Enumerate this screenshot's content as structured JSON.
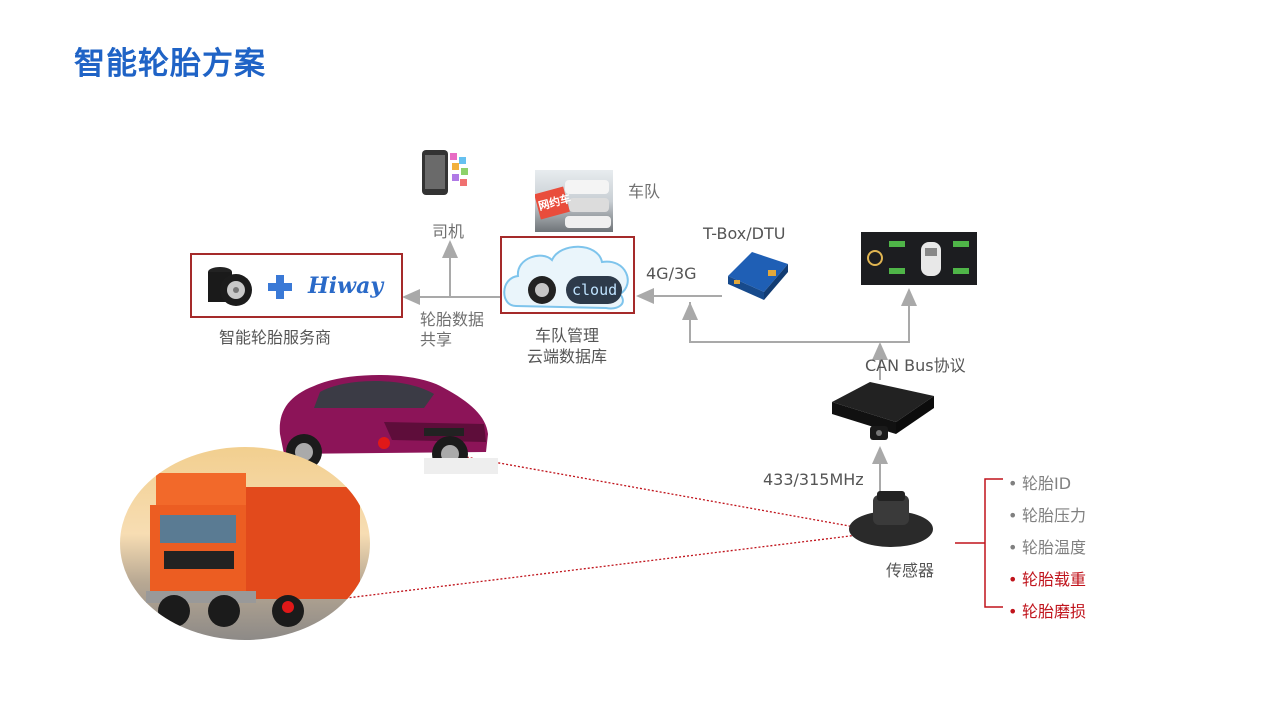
{
  "title": "智能轮胎方案",
  "labels": {
    "driver": "司机",
    "fleet": "车队",
    "tbox": "T-Box/DTU",
    "net": "4G/3G",
    "share_line1": "轮胎数据",
    "share_line2": "共享",
    "cloud_line1": "车队管理",
    "cloud_line2": "云端数据库",
    "provider": "智能轮胎服务商",
    "canbus": "CAN Bus协议",
    "freq": "433/315MHz",
    "sensor": "传感器",
    "cloud_word": "cloud",
    "brand": "Hiway",
    "ride_hail_sign": "网约车"
  },
  "features": [
    {
      "text": "轮胎ID",
      "color": "gray"
    },
    {
      "text": "轮胎压力",
      "color": "gray"
    },
    {
      "text": "轮胎温度",
      "color": "gray"
    },
    {
      "text": "轮胎载重",
      "color": "red"
    },
    {
      "text": "轮胎磨损",
      "color": "red"
    }
  ],
  "colors": {
    "title": "#1f63c6",
    "box_border": "#a52a2a",
    "arrow": "#a9a9a9",
    "highlight": "#c0141c"
  }
}
